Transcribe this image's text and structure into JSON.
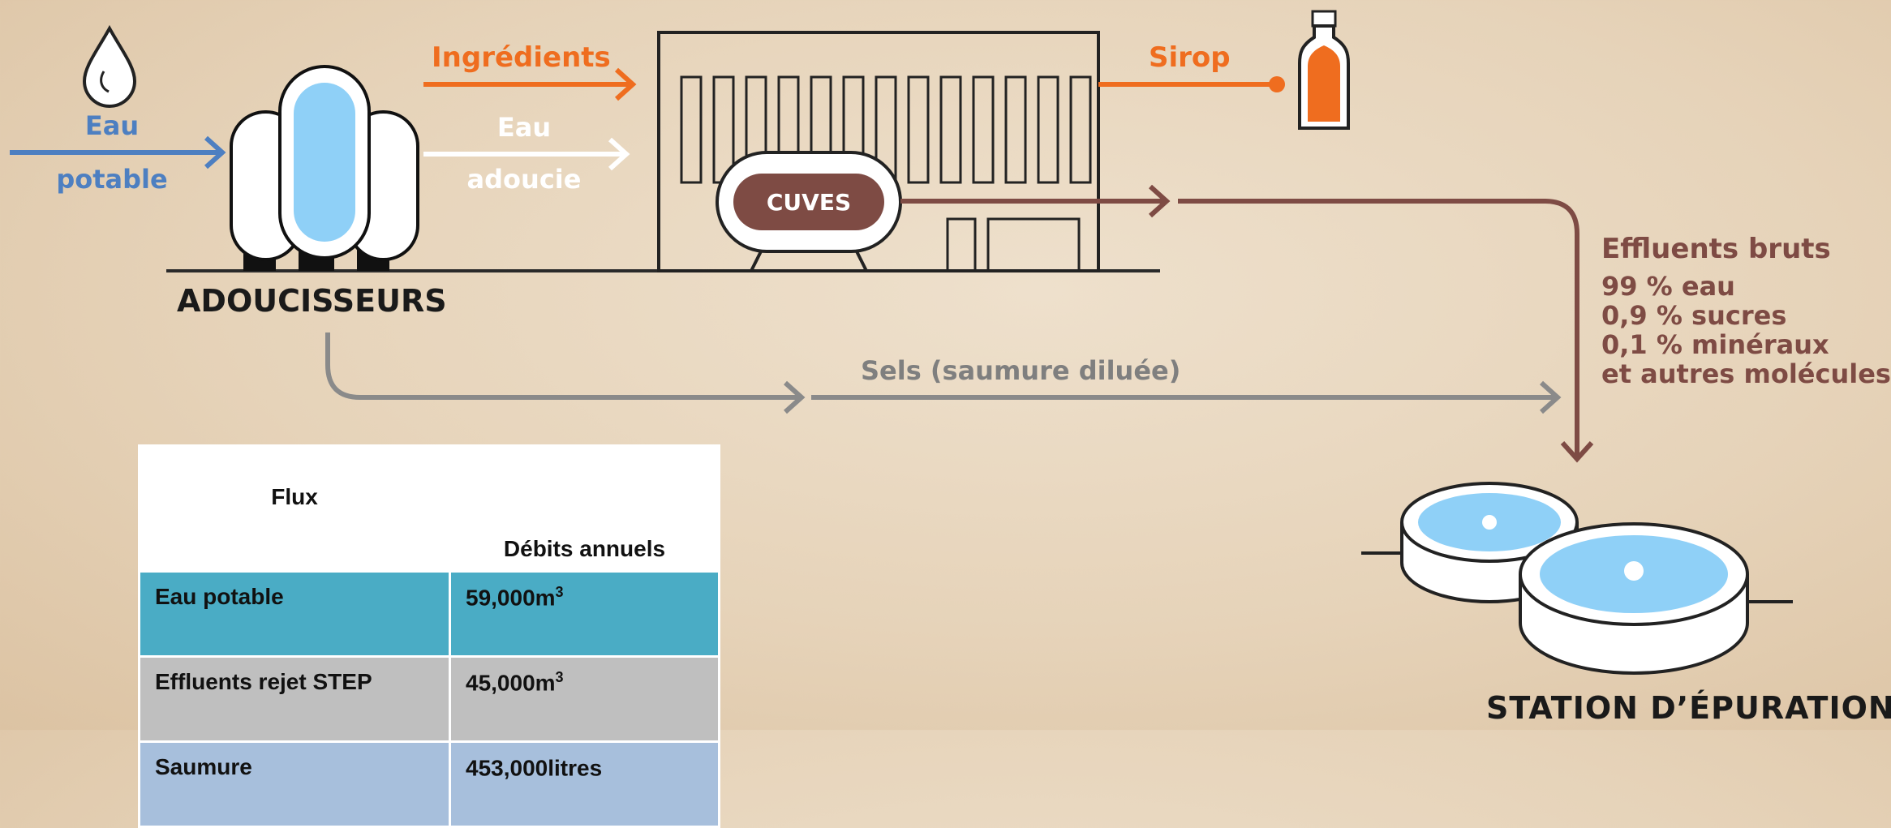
{
  "colors": {
    "eau_potable": "#4d7fc1",
    "ingredients": "#ef6d1f",
    "effluents": "#7e4b44",
    "sels": "#8a8a8a",
    "water_fill": "#8fd0f7",
    "table_row_1": "#4aacc5",
    "table_row_2": "#bfbfbf",
    "table_row_3": "#a7bfdc"
  },
  "icons": [
    "water-drop-icon",
    "bottle-icon",
    "softener-tanks-icon",
    "factory-icon",
    "treatment-basins-icon"
  ],
  "diagram": {
    "eau_potable_line1": "Eau",
    "eau_potable_line2": "potable",
    "adoucisseurs": "ADOUCISSEURS",
    "ingredients": "Ingrédients",
    "eau_adoucie_line1": "Eau",
    "eau_adoucie_line2": "adoucie",
    "cuves": "CUVES",
    "sirop": "Sirop",
    "effluents_title": "Effluents bruts",
    "effluents_line1": "99 % eau",
    "effluents_line2": "0,9 % sucres",
    "effluents_line3": "0,1 % minéraux",
    "effluents_line4": "et autres molécules",
    "sels": "Sels (saumure diluée)",
    "station": "STATION D’ÉPURATION"
  },
  "table": {
    "header_flux": "Flux",
    "header_debits": "Débits annuels",
    "rows": [
      {
        "flux": "Eau potable",
        "value": "59,000m",
        "unit_sup": "3"
      },
      {
        "flux": "Effluents rejet STEP",
        "value": "45,000m",
        "unit_sup": "3"
      },
      {
        "flux": "Saumure",
        "value": "453,000litres",
        "unit_sup": ""
      }
    ]
  }
}
